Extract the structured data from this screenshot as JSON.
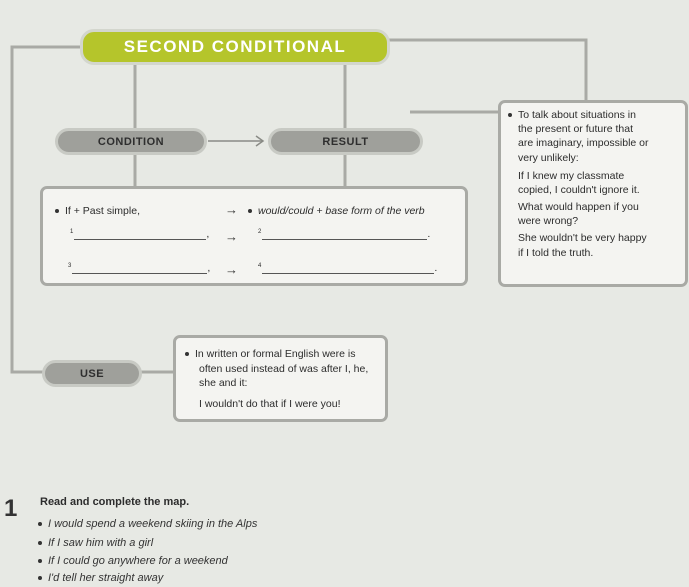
{
  "map": {
    "title": "SECOND CONDITIONAL",
    "condition_label": "CONDITION",
    "result_label": "RESULT",
    "use_label": "USE",
    "condition_form": "If + Past simple,",
    "result_form": "would/could + base form of the verb",
    "blank_1_num": "1",
    "blank_2_num": "2",
    "blank_3_num": "3",
    "blank_4_num": "4",
    "comma": ",",
    "period": ".",
    "use_box": {
      "line1": "In written or formal English were is",
      "line2": "often used instead of was after I, he,",
      "line3": "she and it:",
      "example": "I wouldn't do that if I were you!"
    },
    "right_panel": {
      "l1": "To talk about situations in",
      "l2": "the present or future that",
      "l3": "are imaginary, impossible or",
      "l4": "very unlikely:",
      "l5": "If I knew my classmate",
      "l6": "copied, I couldn't ignore it.",
      "l7": "What would happen if you",
      "l8": "were wrong?",
      "l9": "She wouldn't be very happy",
      "l10": "if I told the truth."
    }
  },
  "exercise": {
    "number": "1",
    "instruction": "Read and complete the map.",
    "items": [
      "I would spend a weekend skiing in the Alps",
      "If I saw him with a girl",
      "If I could go anywhere for a weekend",
      "I'd tell her straight away"
    ]
  }
}
